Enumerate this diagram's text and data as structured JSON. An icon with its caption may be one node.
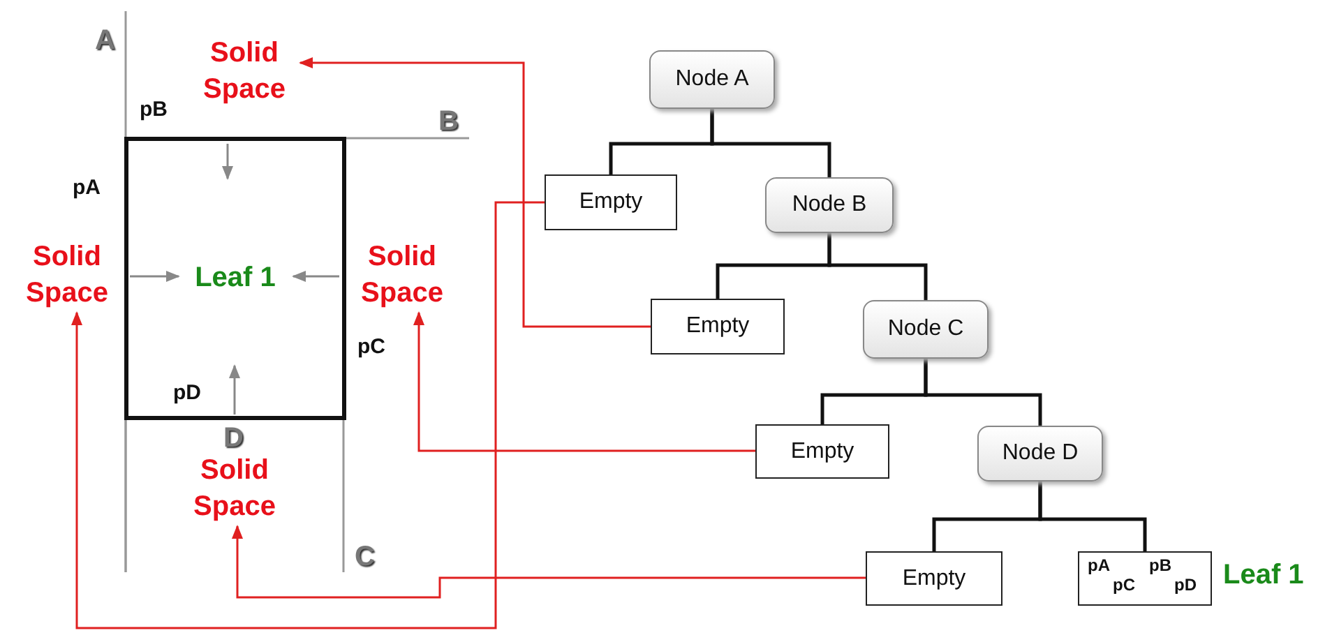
{
  "diagram": {
    "nodes": [
      {
        "text": [
          "Solid Space"
        ]
      },
      {
        "text": [
          "Solid Space"
        ]
      },
      {
        "text": [
          "Leaf 1"
        ]
      },
      {
        "text": [
          "Solid Space"
        ]
      },
      {
        "text": [
          "Solid Space"
        ]
      },
      {
        "text": [
          "Node A"
        ]
      },
      {
        "text": [
          "Empty"
        ]
      },
      {
        "text": [
          "Node B"
        ]
      },
      {
        "text": [
          "Empty"
        ]
      },
      {
        "text": [
          "Node C"
        ]
      },
      {
        "text": [
          "Empty"
        ]
      },
      {
        "text": [
          "Node D"
        ]
      },
      {
        "text": [
          "Empty"
        ]
      },
      {
        "text": [
          "pA",
          "pC",
          "pB",
          "pD"
        ],
        "beside": [
          "Leaf 1"
        ]
      }
    ],
    "edges": [
      {
        "from": 5,
        "to": 6,
        "arrow": "none"
      },
      {
        "from": 5,
        "to": 7,
        "arrow": "none"
      },
      {
        "from": 7,
        "to": 8,
        "arrow": "none"
      },
      {
        "from": 7,
        "to": 9,
        "arrow": "none"
      },
      {
        "from": 9,
        "to": 10,
        "arrow": "none"
      },
      {
        "from": 9,
        "to": 11,
        "arrow": "none"
      },
      {
        "from": 11,
        "to": 12,
        "arrow": "none"
      },
      {
        "from": 11,
        "to": 13,
        "arrow": "none"
      },
      {
        "from": 6,
        "to": 1,
        "arrow": "to",
        "color": "#e02020"
      },
      {
        "from": 8,
        "to": 0,
        "arrow": "to",
        "color": "#e02020"
      },
      {
        "from": 10,
        "to": 3,
        "arrow": "to",
        "color": "#e02020"
      },
      {
        "from": 12,
        "to": 4,
        "arrow": "to",
        "color": "#e02020"
      }
    ],
    "labels": [
      "A",
      "pB",
      "B",
      "pA",
      "pC",
      "pD",
      "D",
      "C"
    ]
  }
}
